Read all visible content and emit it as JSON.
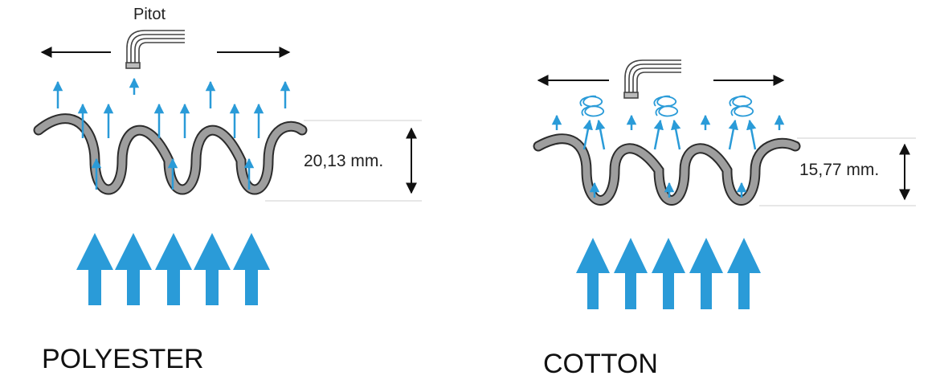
{
  "panels": [
    {
      "name": "POLYESTER",
      "height_label": "20,13 mm.",
      "pitot_label": "Pitot"
    },
    {
      "name": "COTTON",
      "height_label": "15,77 mm.",
      "pitot_label": ""
    }
  ],
  "colors": {
    "flow_arrow": "#2a9bd8",
    "pleat_fill": "#9e9e9e",
    "pleat_stroke": "#2b2b2b",
    "dimension_line": "#111111",
    "guide_line": "#cfcfcf"
  },
  "icons": [
    "pitot-tube-icon",
    "airflow-arrow",
    "turbulence-swirl-icon",
    "double-arrow-icon"
  ]
}
